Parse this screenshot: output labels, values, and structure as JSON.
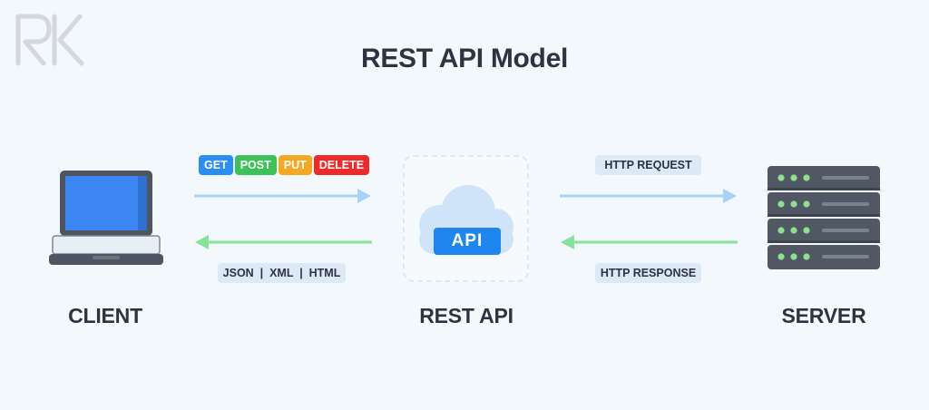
{
  "title": "REST API Model",
  "nodes": {
    "client": "CLIENT",
    "rest_api": "REST API",
    "server": "SERVER"
  },
  "methods": [
    {
      "label": "GET",
      "color": "#2b8ef5"
    },
    {
      "label": "POST",
      "color": "#3dc158"
    },
    {
      "label": "PUT",
      "color": "#f7a823"
    },
    {
      "label": "DELETE",
      "color": "#ee2a2a"
    }
  ],
  "formats": "JSON  |  XML  |  HTML",
  "api_badge": "API",
  "http_request": "HTTP REQUEST",
  "http_response": "HTTP RESPONSE",
  "colors": {
    "background": "#f3f8fc",
    "request_arrow": "#a9d2f8",
    "response_arrow": "#86e39a",
    "accent_blue": "#1f86f0",
    "server_dark": "#505963",
    "server_led": "#8ee08f"
  },
  "icons": [
    "logo-rk",
    "laptop-icon",
    "cloud-icon",
    "server-icon",
    "arrow-right-icon",
    "arrow-left-icon"
  ]
}
